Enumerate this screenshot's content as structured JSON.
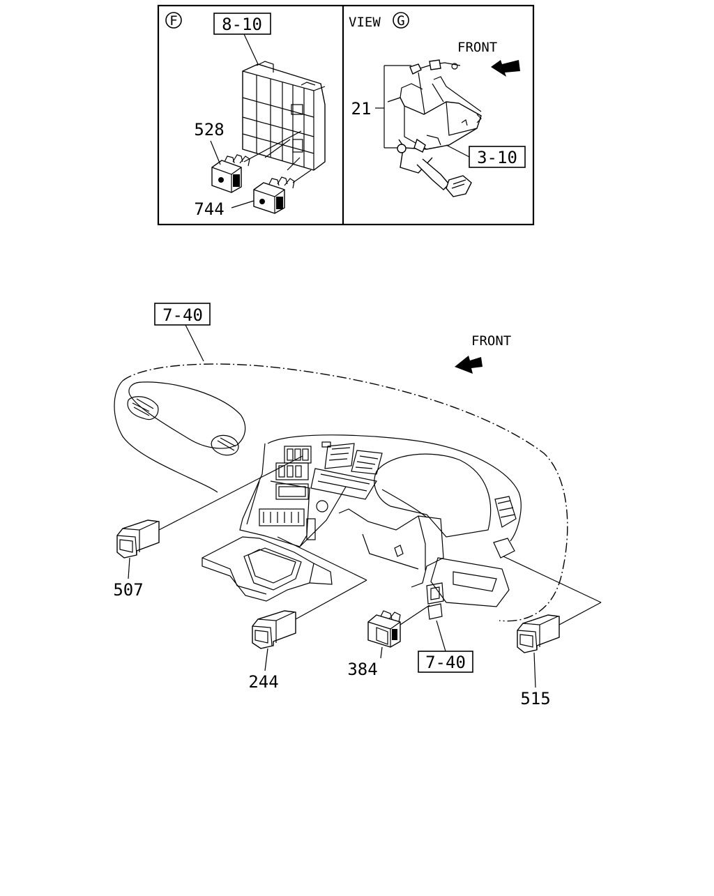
{
  "panel_f": {
    "marker": "F",
    "ref_box": "8-10",
    "parts": [
      "528",
      "744"
    ]
  },
  "panel_g": {
    "view_label": "VIEW",
    "view_marker": "G",
    "front_label": "FRONT",
    "parts": [
      "21"
    ],
    "ref_box": "3-10"
  },
  "main": {
    "ref_box_top": "7-40",
    "front_label": "FRONT",
    "ref_box_bottom": "7-40",
    "parts": [
      "507",
      "244",
      "384",
      "515"
    ]
  }
}
